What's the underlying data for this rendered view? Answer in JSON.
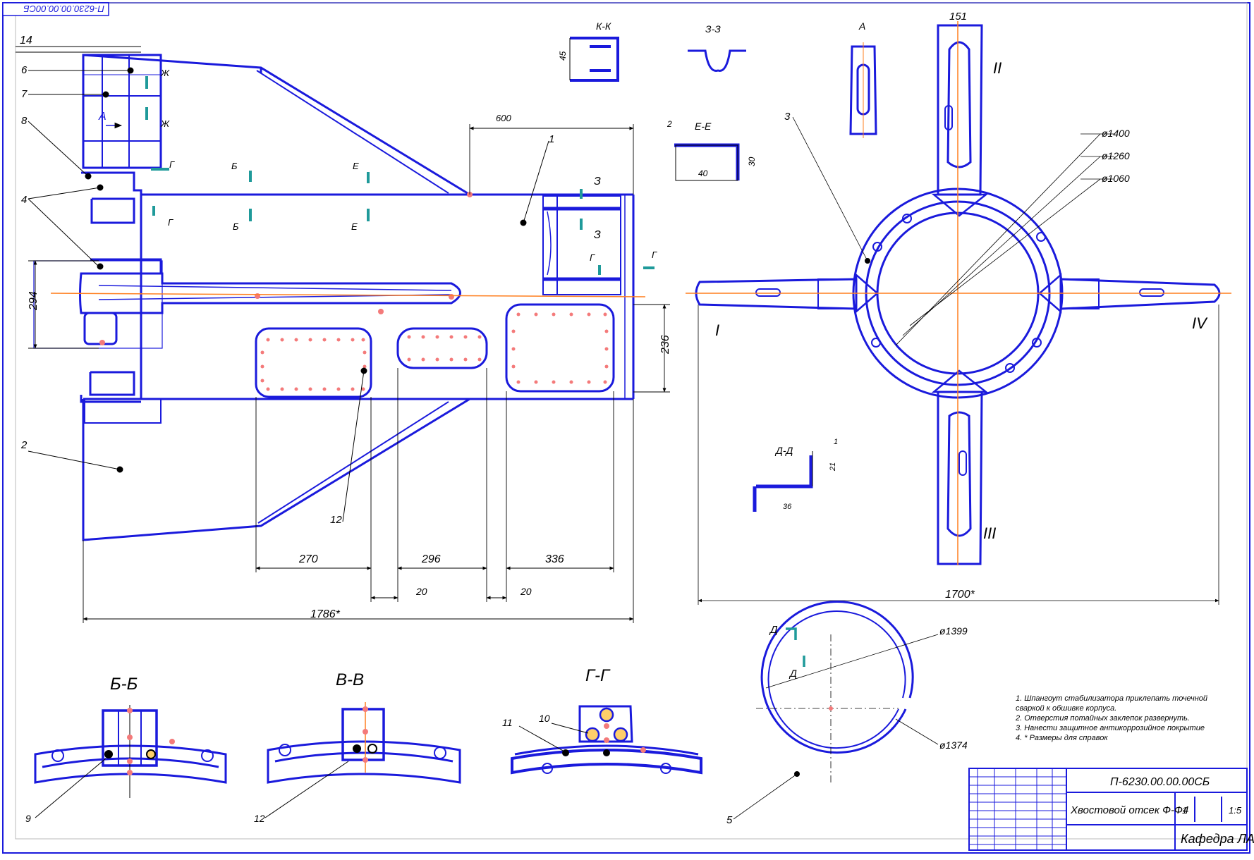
{
  "drawing": {
    "code_stamp": "П-6230.00.00.00СБ",
    "colors": {
      "part": "#1a1adc",
      "axis": "#ff7f1f",
      "marker": "#1f9a9a",
      "dim": "#000000",
      "point": "#f47a7a"
    }
  },
  "main_view": {
    "dims": {
      "d14": "14",
      "d294": "294",
      "d236": "236",
      "d1786": "1786*",
      "d270": "270",
      "d296": "296",
      "d336": "336",
      "d20a": "20",
      "d20b": "20",
      "d600": "600"
    },
    "callouts": [
      "6",
      "7",
      "8",
      "4",
      "1",
      "2",
      "12"
    ],
    "section_marks": [
      "Ж",
      "Ж",
      "Г",
      "Г",
      "Б",
      "Б",
      "Е",
      "Е",
      "З",
      "З",
      "Г",
      "Г"
    ],
    "view_mark": "А"
  },
  "small_sections": {
    "kk": {
      "title": "К-К",
      "dim": "45"
    },
    "ee": {
      "title": "Е-Е",
      "dims": [
        "40",
        "30",
        "2"
      ]
    },
    "zz": {
      "title": "З-З"
    },
    "a": {
      "title": "А"
    },
    "dd": {
      "title": "Д-Д",
      "dims": [
        "21",
        "36",
        "1"
      ]
    }
  },
  "front_view": {
    "diameters": [
      "ø1400",
      "ø1260",
      "ø1060"
    ],
    "roman": [
      "I",
      "II",
      "III",
      "IV"
    ],
    "callout": "3",
    "width_dim": "1700*"
  },
  "ring_view": {
    "diameters": [
      "ø1399",
      "ø1374"
    ],
    "callout": "5",
    "mark": "Д",
    "mark_arrow": "Д"
  },
  "bottom_sections": {
    "bb": {
      "title": "Б-Б",
      "callout": "9"
    },
    "vv": {
      "title": "В-В",
      "callout": "12"
    },
    "gg": {
      "title": "Г-Г",
      "callouts": [
        "11",
        "10"
      ]
    }
  },
  "notes": [
    "1. Шпангоут стабилизатора приклепать точечной",
    "сваркой к обшивке корпуса.",
    "2. Отверстия потайных заклепок развернуть.",
    "3. Нанести защитное антикоррозийное покрытие",
    "4. * Размеры для справок"
  ],
  "title_block": {
    "code": "П-6230.00.00.00СБ",
    "name": "Хвостовой отсек Ф-Ф4",
    "sheet": "1",
    "scale": "1:5",
    "department": "Кафедра ЛА"
  }
}
